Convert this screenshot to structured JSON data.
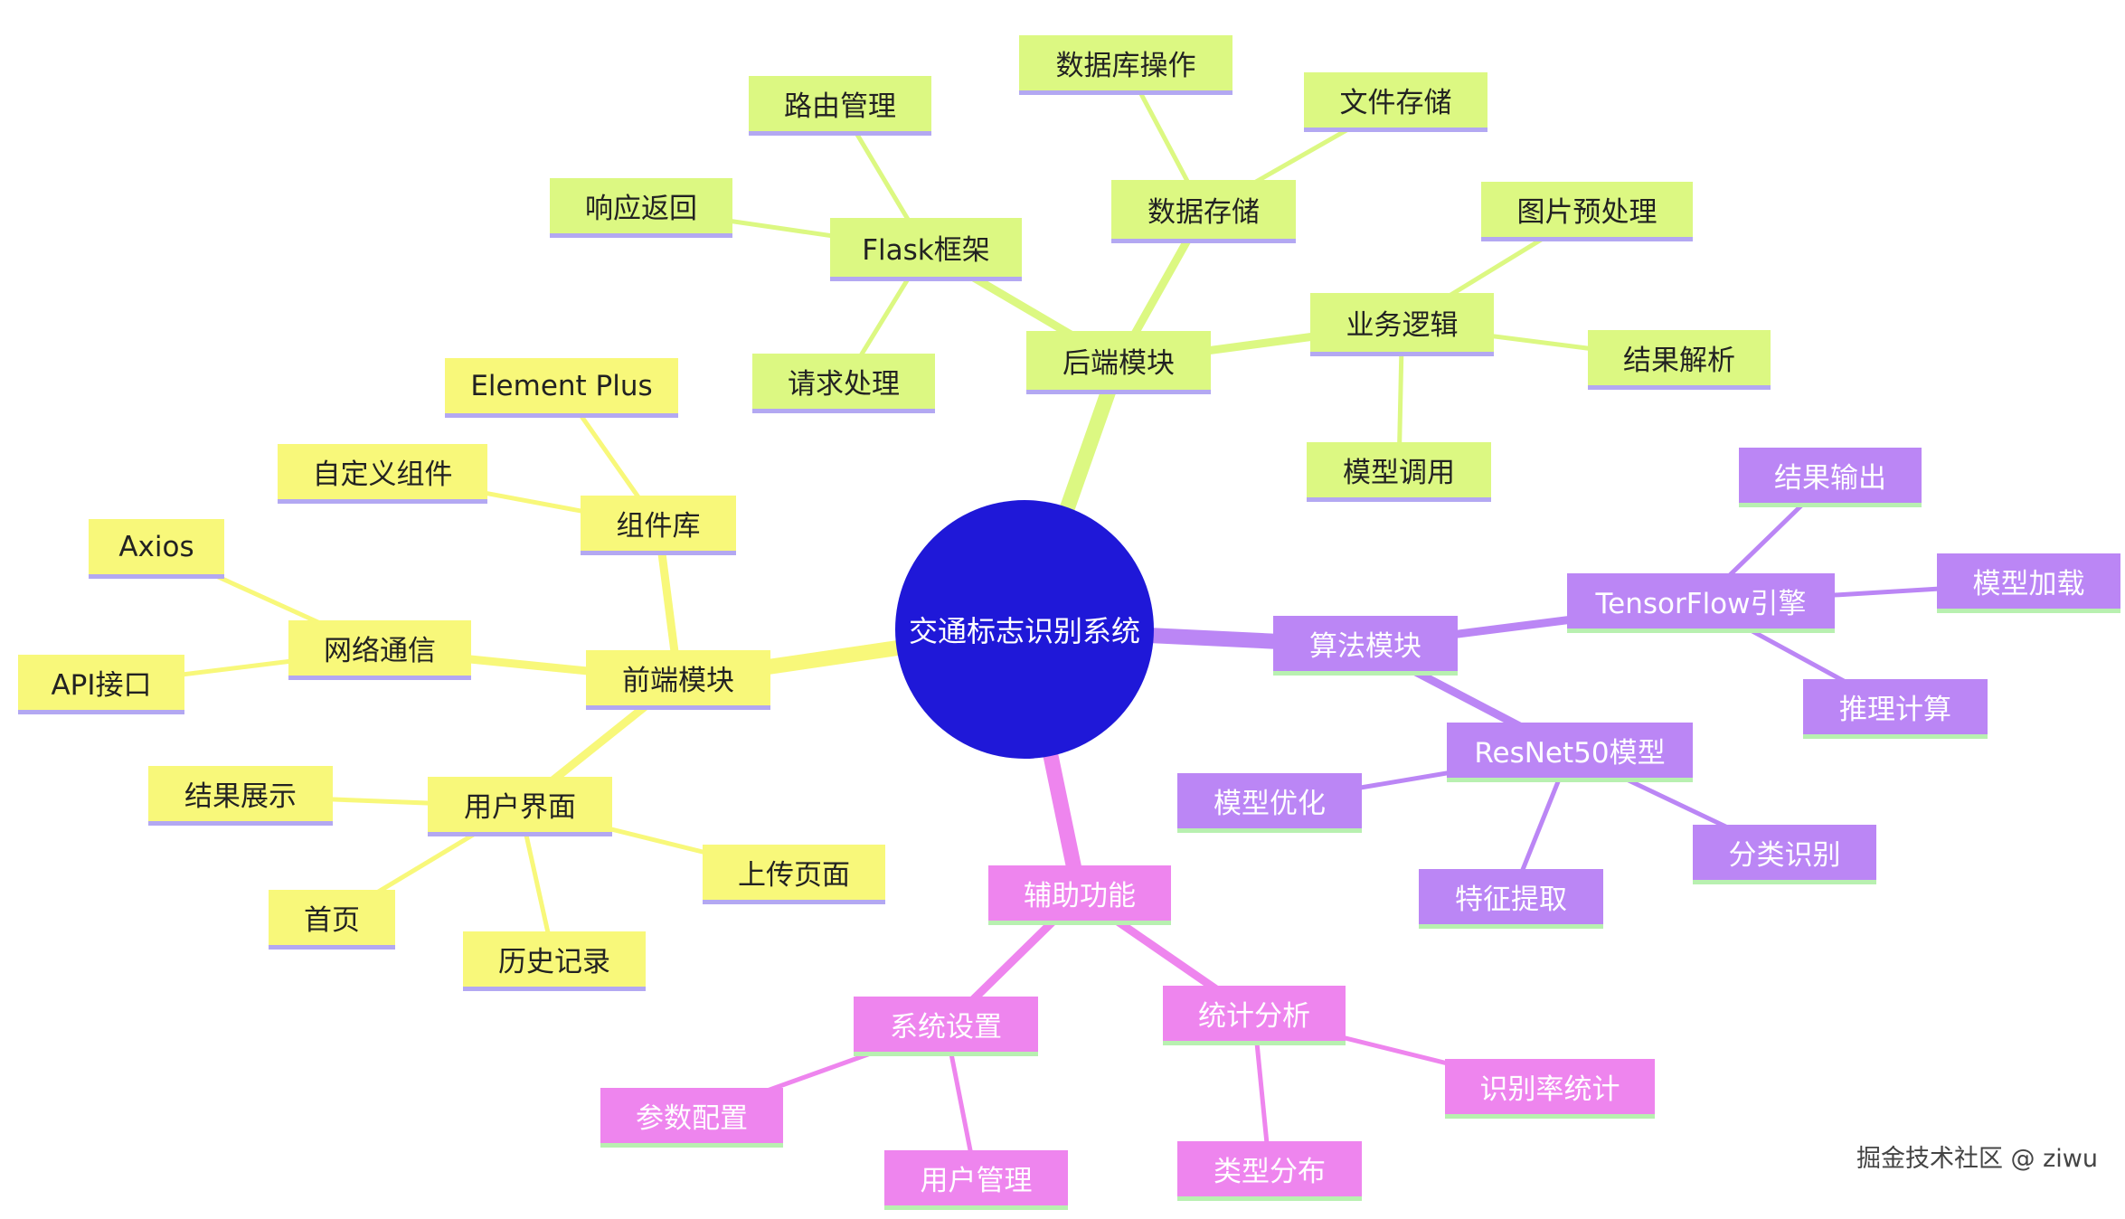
{
  "title": "交通标志识别系统",
  "watermark": "掘金技术社区 @ ziwu",
  "colors": {
    "center": "#1f18d8",
    "frontend": "#f8f87a",
    "backend": "#dcf882",
    "algorithm": "#bb86f5",
    "auxiliary": "#ee85ee"
  },
  "branches": [
    {
      "label": "前端模块",
      "children": [
        {
          "label": "组件库",
          "children": [
            "Element Plus",
            "自定义组件"
          ]
        },
        {
          "label": "网络通信",
          "children": [
            "Axios",
            "API接口"
          ]
        },
        {
          "label": "用户界面",
          "children": [
            "结果展示",
            "首页",
            "历史记录",
            "上传页面"
          ]
        }
      ]
    },
    {
      "label": "后端模块",
      "children": [
        {
          "label": "Flask框架",
          "children": [
            "路由管理",
            "响应返回",
            "请求处理"
          ]
        },
        {
          "label": "数据存储",
          "children": [
            "数据库操作",
            "文件存储"
          ]
        },
        {
          "label": "业务逻辑",
          "children": [
            "图片预处理",
            "结果解析",
            "模型调用"
          ]
        }
      ]
    },
    {
      "label": "算法模块",
      "children": [
        {
          "label": "TensorFlow引擎",
          "children": [
            "结果输出",
            "模型加载",
            "推理计算"
          ]
        },
        {
          "label": "ResNet50模型",
          "children": [
            "模型优化",
            "特征提取",
            "分类识别"
          ]
        }
      ]
    },
    {
      "label": "辅助功能",
      "children": [
        {
          "label": "系统设置",
          "children": [
            "参数配置",
            "用户管理"
          ]
        },
        {
          "label": "统计分析",
          "children": [
            "类型分布",
            "识别率统计"
          ]
        }
      ]
    }
  ]
}
